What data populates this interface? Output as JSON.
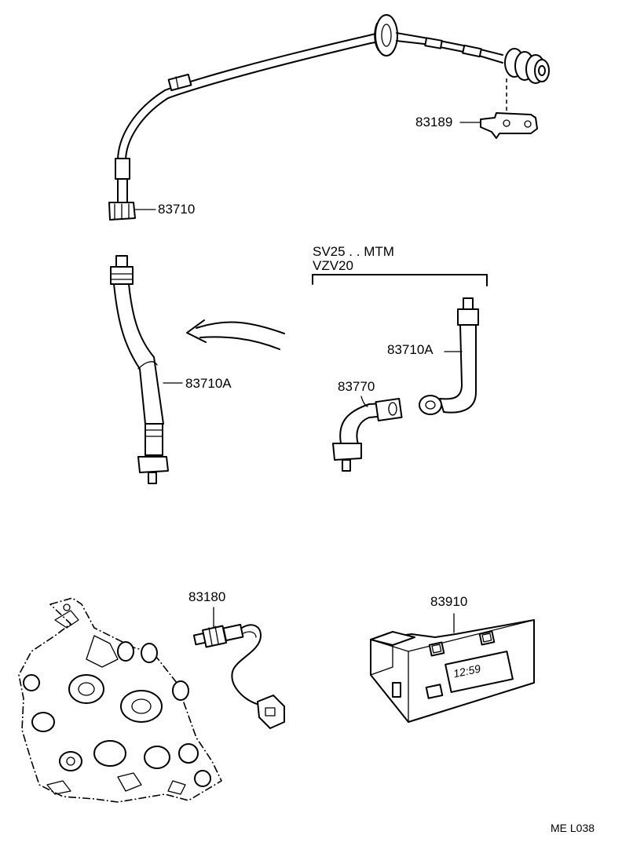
{
  "parts": {
    "p83189": "83189",
    "p83710": "83710",
    "p83710A_left": "83710A",
    "p83710A_right": "83710A",
    "p83770": "83770",
    "p83180": "83180",
    "p83910": "83910"
  },
  "variant_box": {
    "line1": "SV25 . . MTM",
    "line2": "VZV20"
  },
  "clock_display": "12:59",
  "figure_code": "ME L038"
}
